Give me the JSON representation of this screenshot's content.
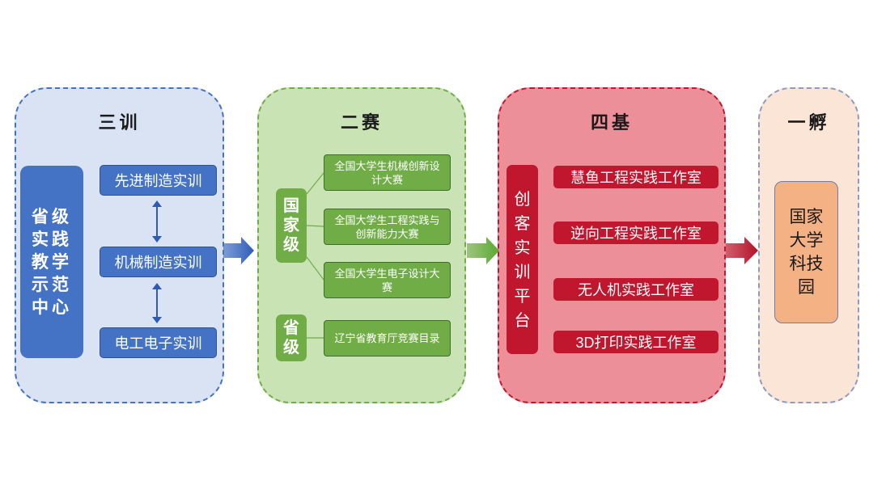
{
  "san_xun": {
    "title": "三训",
    "center": "省级实践教学示范中心",
    "items": [
      "先进制造实训",
      "机械制造实训",
      "电工电子实训"
    ]
  },
  "er_sai": {
    "title": "二赛",
    "national_label": "国家级",
    "provincial_label": "省级",
    "items": [
      "全国大学生机械创新设计大赛",
      "全国大学生工程实践与创新能力大赛",
      "全国大学生电子设计大赛",
      "辽宁省教育厅竞赛目录"
    ]
  },
  "si_ji": {
    "title": "四基",
    "platform": "创客实训平台",
    "items": [
      "慧鱼工程实践工作室",
      "逆向工程实践工作室",
      "无人机实践工作室",
      "3D打印实践工作室"
    ]
  },
  "yi_fu": {
    "title": "一孵",
    "park": "国家大学科技园"
  },
  "colors": {
    "blue_panel": "#dae3f3",
    "green_panel": "#c9e3b4",
    "red_panel": "#ec8f99",
    "peach_panel": "#fbe5d6",
    "blue": "#4472c4",
    "green": "#70ad47",
    "red": "#c0172e",
    "orange": "#f4b183"
  }
}
